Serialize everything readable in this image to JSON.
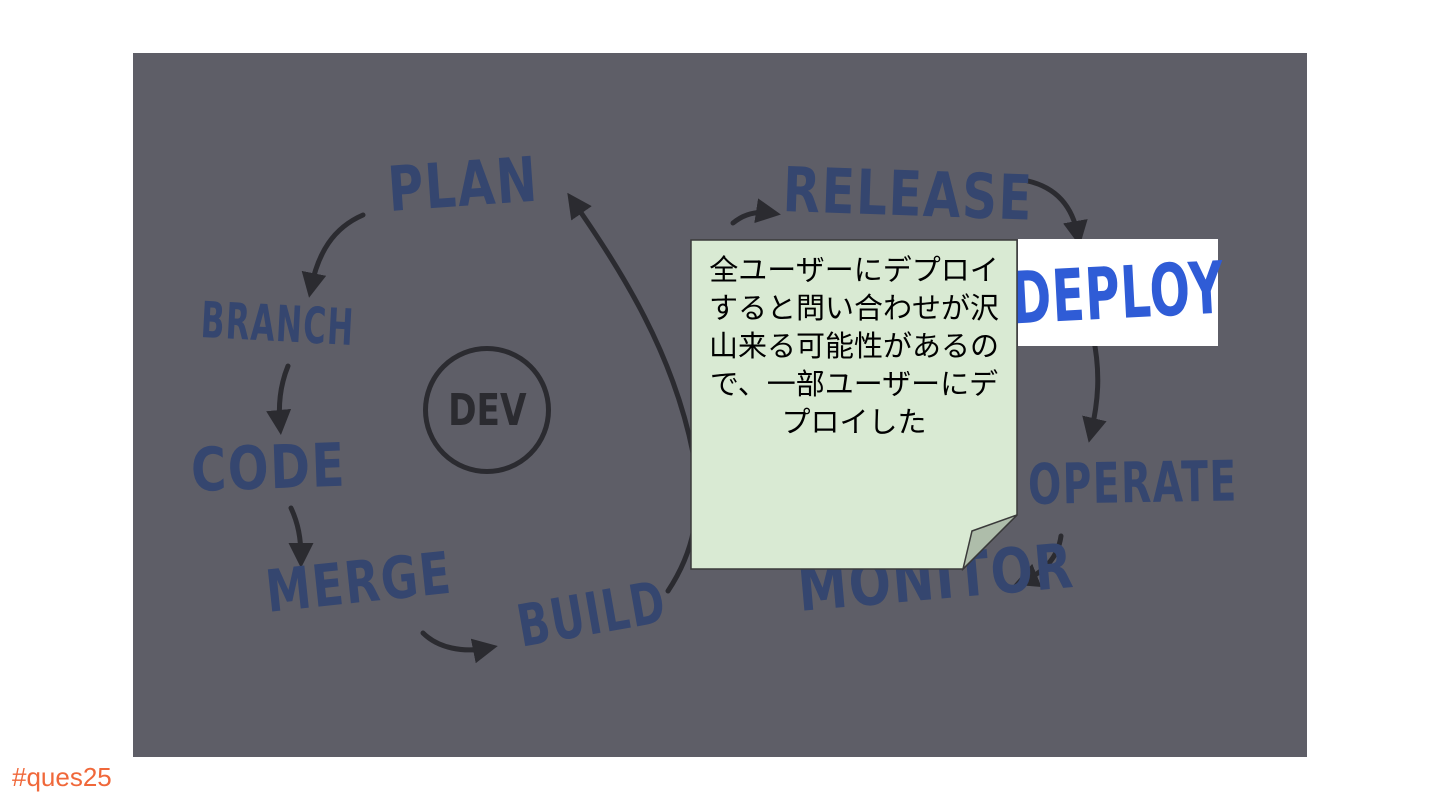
{
  "diagram": {
    "stages": {
      "plan": "PLAN",
      "branch": "BRANCH",
      "code": "CODE",
      "merge": "MERGE",
      "build": "BUILD",
      "release": "RELEASE",
      "operate": "OPERATE",
      "monitor": "MONITOR",
      "dev": "DEV"
    },
    "highlight": "DEPLOY"
  },
  "note": {
    "text": "全ユーザーにデプロイすると問い合わせが沢山来る可能性があるので、一部ユーザーにデプロイした"
  },
  "hashtag": "#ques25",
  "colors": {
    "background": "#5e5e67",
    "stage_text": "#35466f",
    "arrow": "#2b2b30",
    "highlight_text": "#2f5cd6",
    "note_fill": "#d9ead3",
    "hashtag": "#f0683a"
  }
}
